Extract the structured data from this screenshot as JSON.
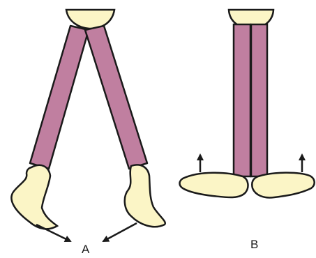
{
  "colors": {
    "leg": "#c07fa0",
    "joint": "#fbf5c6",
    "stroke": "#1a1a1a",
    "background": "#ffffff"
  },
  "panels": [
    {
      "id": "A",
      "label": "A"
    },
    {
      "id": "B",
      "label": "B"
    }
  ],
  "icons": [
    "arrow-diagonal-icon",
    "arrow-up-icon"
  ]
}
